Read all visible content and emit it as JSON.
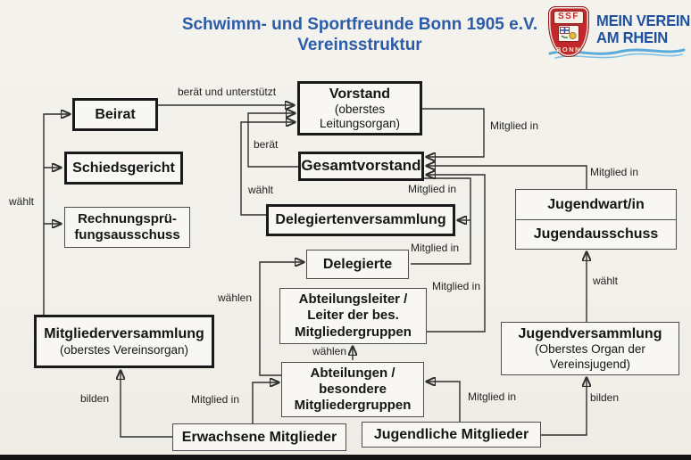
{
  "header": {
    "title_line1": "Schwimm- und Sportfreunde Bonn 1905 e.V.",
    "title_line2": "Vereinsstruktur"
  },
  "logo": {
    "shield_text": "SSF",
    "shield_city": "BONN",
    "tagline_line1": "MEIN VEREIN",
    "tagline_line2": "AM RHEIN"
  },
  "boxes": {
    "beirat": {
      "label": "Beirat"
    },
    "schiedsgericht": {
      "label": "Schiedsgericht"
    },
    "rechnungspruefungsausschuss": {
      "line1": "Rechnungsprü-",
      "line2": "fungsausschuss"
    },
    "mitgliederversammlung": {
      "label": "Mitgliederversammlung",
      "sub": "(oberstes Vereinsorgan)"
    },
    "vorstand": {
      "label": "Vorstand",
      "sub1": "(oberstes",
      "sub2": "Leitungsorgan)"
    },
    "gesamtvorstand": {
      "label": "Gesamtvorstand"
    },
    "delegiertenversammlung": {
      "label": "Delegiertenversammlung"
    },
    "delegierte": {
      "label": "Delegierte"
    },
    "abteilungsleiter": {
      "line1": "Abteilungsleiter /",
      "line2": "Leiter der bes.",
      "line3": "Mitgliedergruppen"
    },
    "abteilungen": {
      "line1": "Abteilungen /",
      "line2": "besondere",
      "line3": "Mitgliedergruppen"
    },
    "erwachsene_mitglieder": {
      "label": "Erwachsene Mitglieder"
    },
    "jugendliche_mitglieder": {
      "label": "Jugendliche Mitglieder"
    },
    "jugendwart": {
      "label": "Jugendwart/in"
    },
    "jugendausschuss": {
      "label": "Jugendausschuss"
    },
    "jugendversammlung": {
      "label": "Jugendversammlung",
      "sub1": "(Oberstes Organ der",
      "sub2": "Vereinsjugend)"
    }
  },
  "edge_labels": {
    "beirat_to_vorstand": "berät und unterstützt",
    "gesamtvorstand_to_vorstand": "berät",
    "delegiertenversammlung_to_vorstand": "wählt",
    "vorstand_mitglied": "Mitglied in",
    "jugendwart_mitglied": "Mitglied in",
    "gesamtvorstand_mitglied": "Mitglied in",
    "delegierte_mitglied": "Mitglied in",
    "abteilungsleiter_mitglied": "Mitglied in",
    "mitgliederversammlung_waehlt": "wählt",
    "abteilungen_waehlen_delegierte": "wählen",
    "abteilungen_waehlen_leiter": "wählen",
    "jugendversammlung_waehlt": "wählt",
    "erwachsene_bilden": "bilden",
    "erwachsene_mitglied": "Mitglied in",
    "jugendliche_mitglied": "Mitglied in",
    "jugendliche_bilden": "bilden"
  },
  "colors": {
    "title_blue": "#2b5caa",
    "logo_blue": "#1d509f",
    "shield_red": "#c2272b",
    "wave_blue": "#5aabdc",
    "line_color": "#2e2e2e",
    "paper": "#f2f0e9"
  }
}
